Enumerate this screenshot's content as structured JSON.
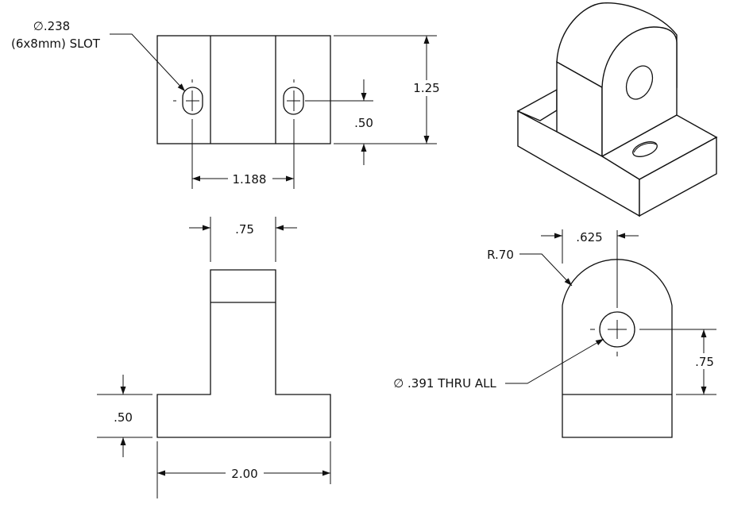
{
  "annotations": {
    "slot_callout_line1": "∅.238",
    "slot_callout_line2": "(6x8mm) SLOT",
    "hole_callout": "∅ .391 THRU ALL",
    "radius_callout": "R.70"
  },
  "dimensions": {
    "height_top": "1.25",
    "offset_top": ".50",
    "slot_spacing": "1.188",
    "upright_width": ".75",
    "base_thickness": ".50",
    "base_length": "2.00",
    "hole_offset_x": ".625",
    "hole_height": ".75"
  },
  "views": [
    "top-view",
    "front-view",
    "side-view",
    "isometric-view"
  ]
}
